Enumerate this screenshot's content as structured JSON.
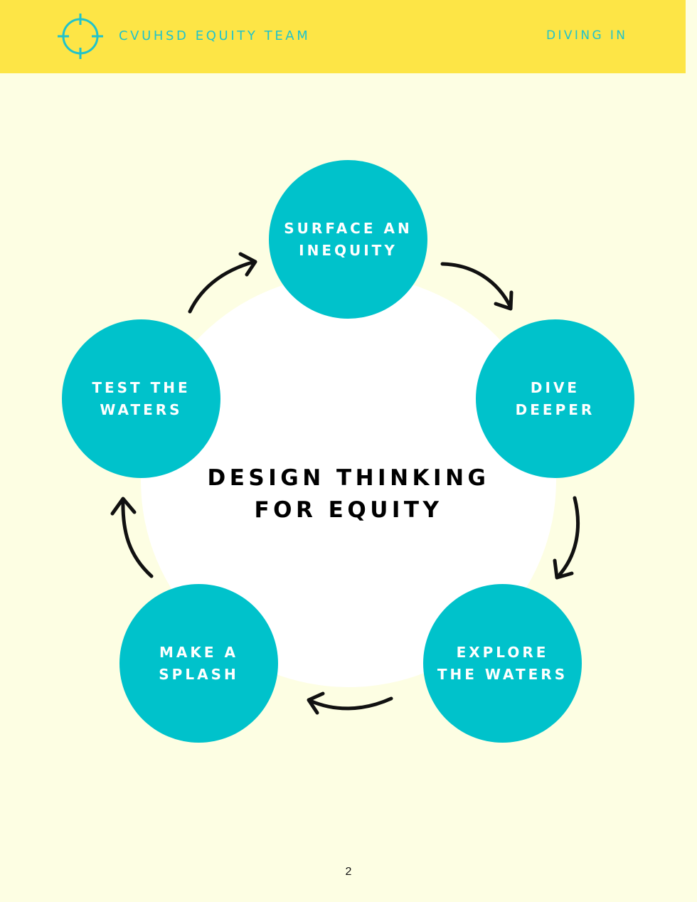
{
  "header": {
    "logo_icon": "crosshair-icon",
    "team_name": "CVUHSD EQUITY TEAM",
    "section_name": "DIVING IN",
    "background_color": "#fde546",
    "accent_color": "#1fc3cc"
  },
  "diagram": {
    "center_title_line1": "DESIGN THINKING",
    "center_title_line2": "FOR EQUITY",
    "circle_color": "#00c2cb",
    "stages": [
      {
        "line1": "SURFACE AN",
        "line2": "INEQUITY"
      },
      {
        "line1": "DIVE",
        "line2": "DEEPER"
      },
      {
        "line1": "EXPLORE",
        "line2": "THE WATERS"
      },
      {
        "line1": "MAKE A",
        "line2": "SPLASH"
      },
      {
        "line1": "TEST THE",
        "line2": "WATERS"
      }
    ],
    "arrow_icon": "curved-arrow-icon"
  },
  "footer": {
    "page_number": "2"
  }
}
